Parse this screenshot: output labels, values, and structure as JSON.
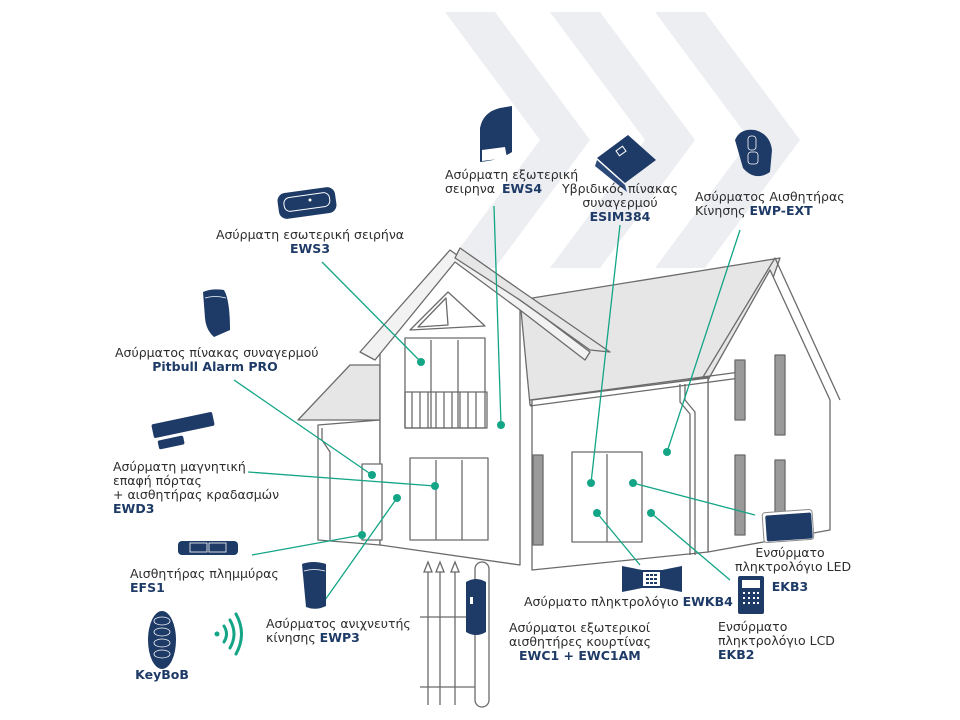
{
  "colors": {
    "navy": "#1e3a66",
    "teal": "#13a585",
    "chevron": "#eceef2",
    "roof": "#e6e6e6",
    "wall": "#ffffff",
    "line": "#6b6b6b",
    "window_dark": "#9a9a9a"
  },
  "devices": [
    {
      "id": "ews3",
      "icon": "indoor-siren-icon",
      "text": "Ασύρματη εσωτερική σειρήνα",
      "code": "EWS3"
    },
    {
      "id": "ews4",
      "icon": "outdoor-siren-icon",
      "text": "Ασύρματη εξωτερική σειρηνα",
      "code": "EWS4"
    },
    {
      "id": "esim384",
      "icon": "hybrid-panel-icon",
      "text_line1": "Υβριδικός πίνακας",
      "text_line2": "συναγερμού",
      "code": "ESIM384"
    },
    {
      "id": "ewp-ext",
      "icon": "outdoor-motion-sensor-icon",
      "text_line1": "Ασύρματος Αισθητήρας",
      "text_line2": "Κίνησης",
      "code": "EWP-EXT"
    },
    {
      "id": "pitbull",
      "icon": "alarm-panel-icon",
      "text": "Ασύρματος πίνακας συναγερμού",
      "code": "Pitbull Alarm PRO"
    },
    {
      "id": "ewd3",
      "icon": "magnetic-contact-icon",
      "text_line1": "Ασύρματη μαγνητική",
      "text_line2": "επαφή πόρτας",
      "text_line3": "+ αισθητήρας κραδασμών",
      "code": "EWD3"
    },
    {
      "id": "efs1",
      "icon": "flood-sensor-icon",
      "text": "Αισθητήρας πλημμύρας",
      "code": "EFS1"
    },
    {
      "id": "keybob",
      "icon": "key-fob-icon",
      "code": "KeyBoB"
    },
    {
      "id": "ewp3",
      "icon": "motion-detector-icon",
      "text_line1": "Ασύρματος ανιχνευτής",
      "text_line2": "κίνησης",
      "code": "EWP3"
    },
    {
      "id": "ewkb4",
      "icon": "wireless-keypad-icon",
      "text": "Ασύρματο πληκτρολόγιο",
      "code": "EWKB4"
    },
    {
      "id": "ewc1",
      "icon": "curtain-sensor-icon",
      "text_line1": "Ασύρματοι εξωτερικοί",
      "text_line2": "αισθητήρες κουρτίνας",
      "code": "EWC1 + EWC1AM"
    },
    {
      "id": "ekb3",
      "icon": "led-keypad-icon",
      "text_line1": "Ενσύρματο",
      "text_line2": "πληκτρολόγιο LED",
      "code": "EKB3"
    },
    {
      "id": "ekb2",
      "icon": "lcd-keypad-icon",
      "text_line1": "Ενσύρματο",
      "text_line2": "πληκτρολόγιο LCD",
      "code": "EKB2"
    }
  ]
}
